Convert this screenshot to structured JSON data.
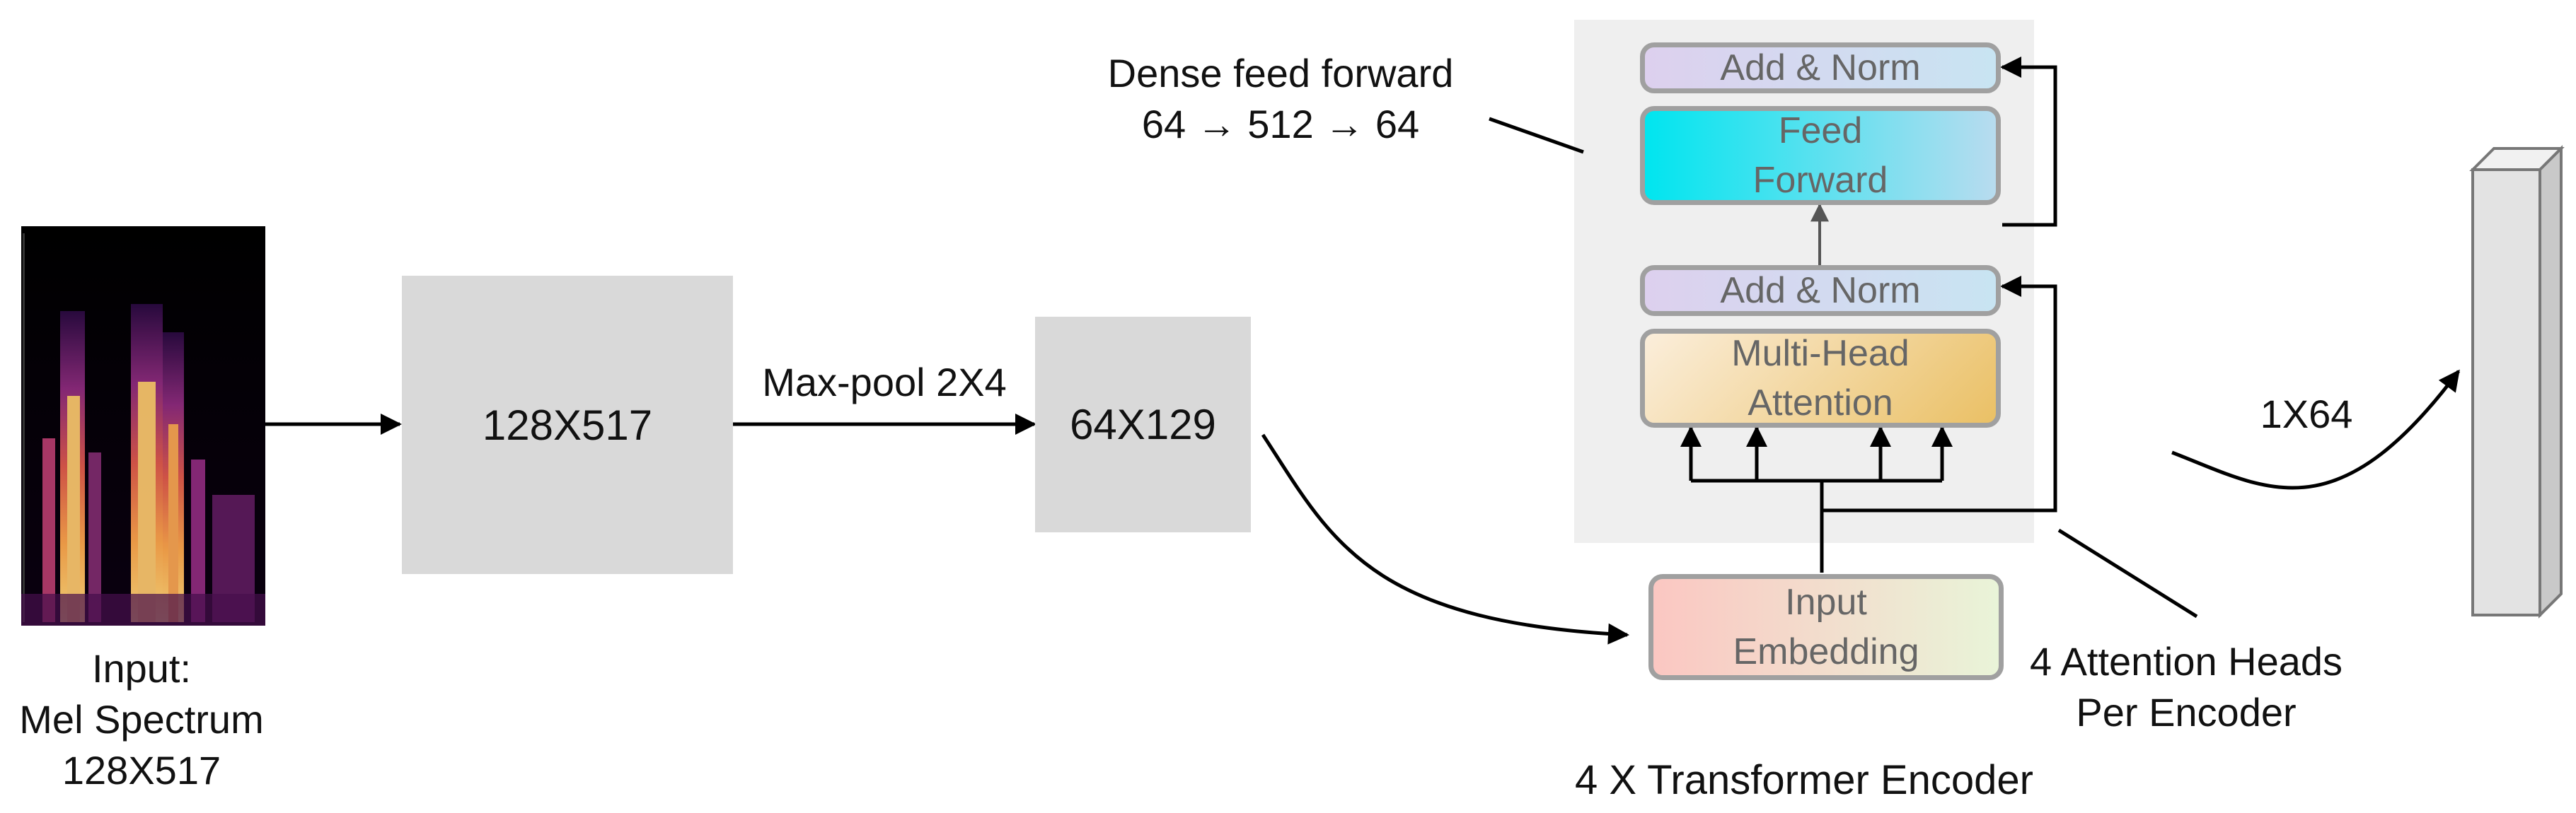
{
  "input": {
    "caption_line1": "Input:",
    "caption_line2": "Mel Spectrum",
    "caption_line3": "128X517"
  },
  "block_1": "128X517",
  "pool_label": "Max-pool 2X4",
  "block_2": "64X129",
  "encoder": {
    "ff_note_line1": "Dense feed forward",
    "ff_note_line2": "64 → 512 → 64",
    "add_norm_top": "Add & Norm",
    "feed_forward_line1": "Feed",
    "feed_forward_line2": "Forward",
    "add_norm_bottom": "Add & Norm",
    "mha_line1": "Multi-Head",
    "mha_line2": "Attention",
    "embedding_line1": "Input",
    "embedding_line2": "Embedding",
    "heads_note_line1": "4 Attention Heads",
    "heads_note_line2": "Per Encoder",
    "caption": "4 X Transformer Encoder"
  },
  "output_label": "1X64"
}
